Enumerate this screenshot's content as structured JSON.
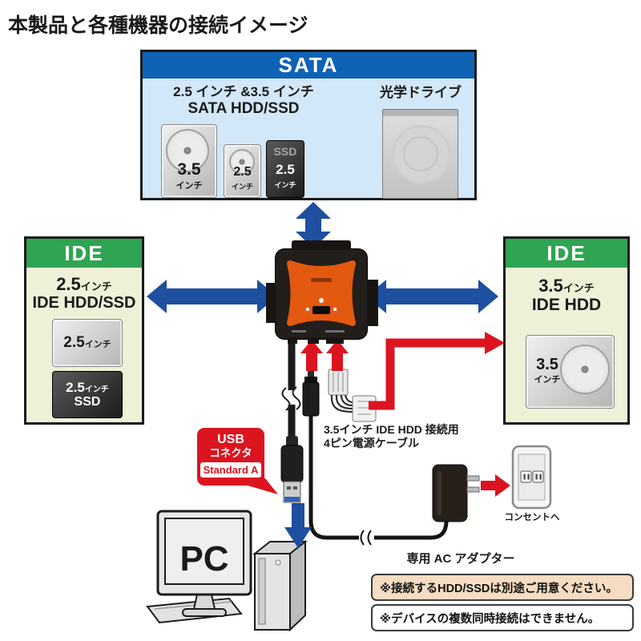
{
  "title": "本製品と各種機器の接続イメージ",
  "sata_box": {
    "header": "SATA",
    "group_line1": "2.5 インチ &3.5 インチ",
    "group_line2": "SATA HDD/SSD",
    "optical_label": "光学ドライブ",
    "hdd35": {
      "size": "3.5",
      "unit": "インチ"
    },
    "hdd25": {
      "size": "2.5",
      "unit": "インチ"
    },
    "ssd25": {
      "tag": "SSD",
      "size": "2.5",
      "unit": "インチ"
    }
  },
  "ide_left_box": {
    "header": "IDE",
    "size": "2.5",
    "unit": "インチ",
    "type_label": "IDE HDD/SSD",
    "hdd": {
      "size": "2.5",
      "unit": "インチ"
    },
    "ssd": {
      "size": "2.5",
      "unit": "インチ",
      "tag": "SSD"
    }
  },
  "ide_right_box": {
    "header": "IDE",
    "size": "3.5",
    "unit": "インチ",
    "type_label": "IDE HDD",
    "hdd": {
      "size": "3.5",
      "unit": "インチ"
    }
  },
  "usb_callout": {
    "line1": "USB",
    "line2": "コネクタ",
    "badge": "Standard A"
  },
  "power_cable_label": {
    "line1": "3.5インチ IDE HDD 接続用",
    "line2": "4ピン電源ケーブル"
  },
  "ac_adapter_label": "専用 AC アダプター",
  "outlet_label": "コンセントへ",
  "pc_label": "PC",
  "notes": [
    "※接続するHDD/SSDは別途ご用意ください。",
    "※デバイスの複数同時接続はできません。"
  ],
  "colors": {
    "blue-header": "#0f63b6",
    "blue-body": "#d2e7f7",
    "green-header": "#2fa452",
    "green-body": "#eef0d8",
    "arrow-blue": "#1e4fa0",
    "red": "#dc1420",
    "orange": "#e2590f",
    "note-bg": "#f6dcc2"
  }
}
